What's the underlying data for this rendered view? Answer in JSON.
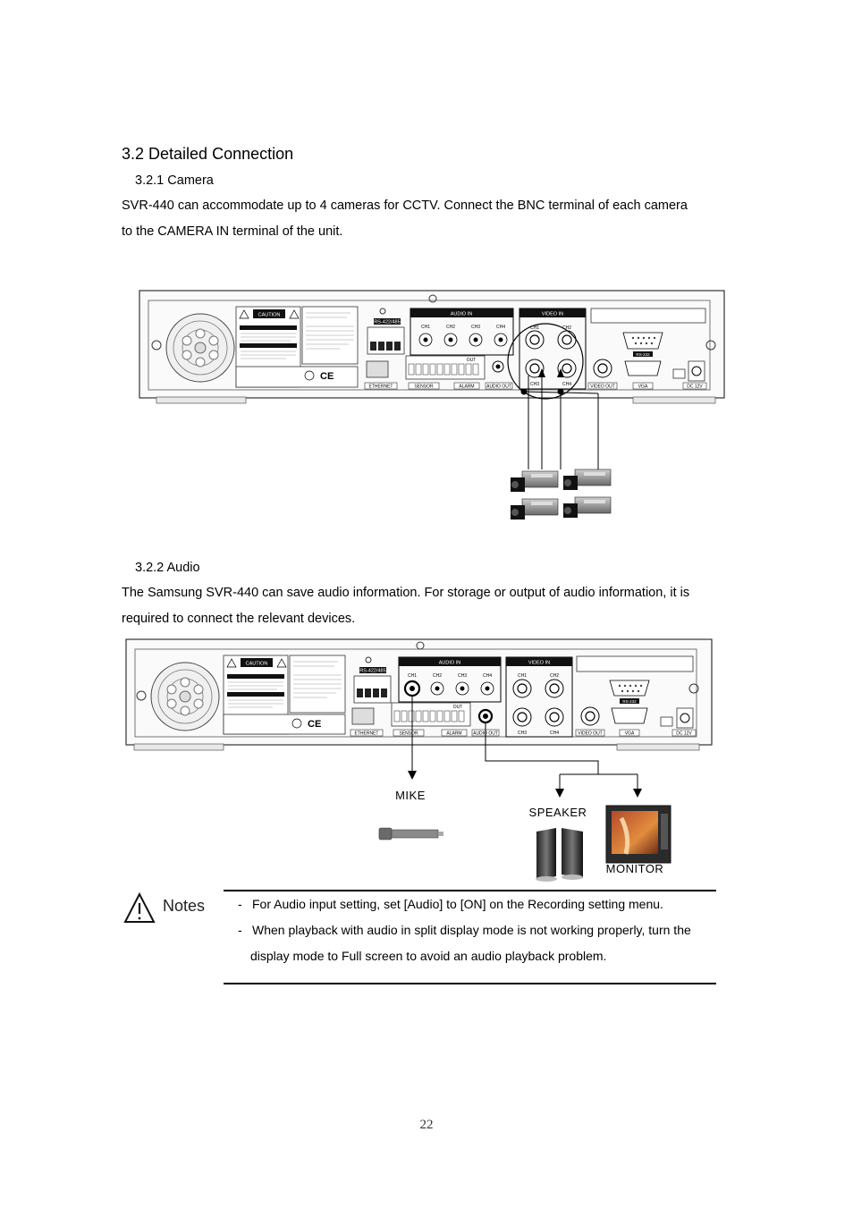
{
  "section": {
    "title": "3.2 Detailed Connection",
    "camera": {
      "heading": "3.2.1 Camera",
      "line1": "SVR-440 can accommodate up to 4 cameras for CCTV. Connect the BNC terminal of each camera",
      "line2": "to the CAMERA IN terminal of the unit."
    },
    "audio": {
      "heading": "3.2.2 Audio",
      "line1": "The Samsung SVR-440 can save audio information. For storage or output of audio information, it is",
      "line2": "required to connect the relevant devices."
    }
  },
  "panel": {
    "caution": "CAUTION",
    "audio_in": "AUDIO IN",
    "video_in": "VIDEO IN",
    "rs422": "RS-422/485",
    "ethernet": "ETHERNET",
    "sensor": "SENSOR",
    "alarm": "ALARM",
    "audio_out": "AUDIO OUT",
    "video_out": "VIDEO OUT",
    "vga": "VGA",
    "rs232": "RS-232",
    "dc12v": "DC 12V",
    "ch1": "CH1",
    "ch2": "CH2",
    "ch3": "CH3",
    "ch4": "CH4",
    "out": "OUT",
    "ce": "CE"
  },
  "devices": {
    "mike": "MIKE",
    "speaker": "SPEAKER",
    "monitor": "MONITOR"
  },
  "notes": {
    "label": "Notes",
    "items": [
      "For Audio input setting, set [Audio] to [ON] on the Recording setting menu.",
      "When playback with audio in split display mode is not working properly, turn the",
      "display mode to Full screen to avoid an audio playback problem."
    ],
    "dash": "-"
  },
  "page_number": "22"
}
